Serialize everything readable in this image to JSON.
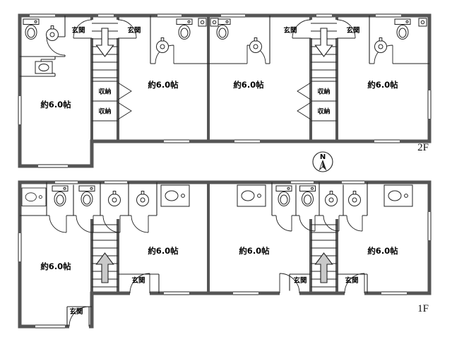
{
  "floors": {
    "f2": {
      "name": "2F",
      "rooms": [
        {
          "size": "約6.0帖"
        },
        {
          "size": "約6.0帖"
        },
        {
          "size": "約6.0帖"
        },
        {
          "size": "約6.0帖"
        }
      ],
      "entrances": [
        {
          "label": "玄関"
        },
        {
          "label": "玄関"
        },
        {
          "label": "玄関"
        },
        {
          "label": "玄関"
        }
      ],
      "storages": [
        {
          "label": "収納"
        },
        {
          "label": "収納"
        },
        {
          "label": "収納"
        },
        {
          "label": "収納"
        }
      ]
    },
    "f1": {
      "name": "1F",
      "rooms": [
        {
          "size": "約6.0帖"
        },
        {
          "size": "約6.0帖"
        },
        {
          "size": "約6.0帖"
        },
        {
          "size": "約6.0帖"
        }
      ],
      "entrances": [
        {
          "label": "玄関"
        },
        {
          "label": "玄関"
        },
        {
          "label": "玄関"
        },
        {
          "label": "玄関"
        }
      ]
    }
  },
  "compass": {
    "north": "N"
  },
  "icons": {
    "toilet": "toilet-plan-symbol",
    "round_sink": "round-sink-plan-symbol",
    "counter_sink": "counter-sink-plan-symbol",
    "stairs_down": "down-arrow",
    "stairs_up": "up-arrow",
    "compass": "north-arrow"
  },
  "colors": {
    "wall": "#555555",
    "line": "#222222",
    "stair_up_arrow_fill": "#c9c9c9",
    "background": "#ffffff"
  }
}
